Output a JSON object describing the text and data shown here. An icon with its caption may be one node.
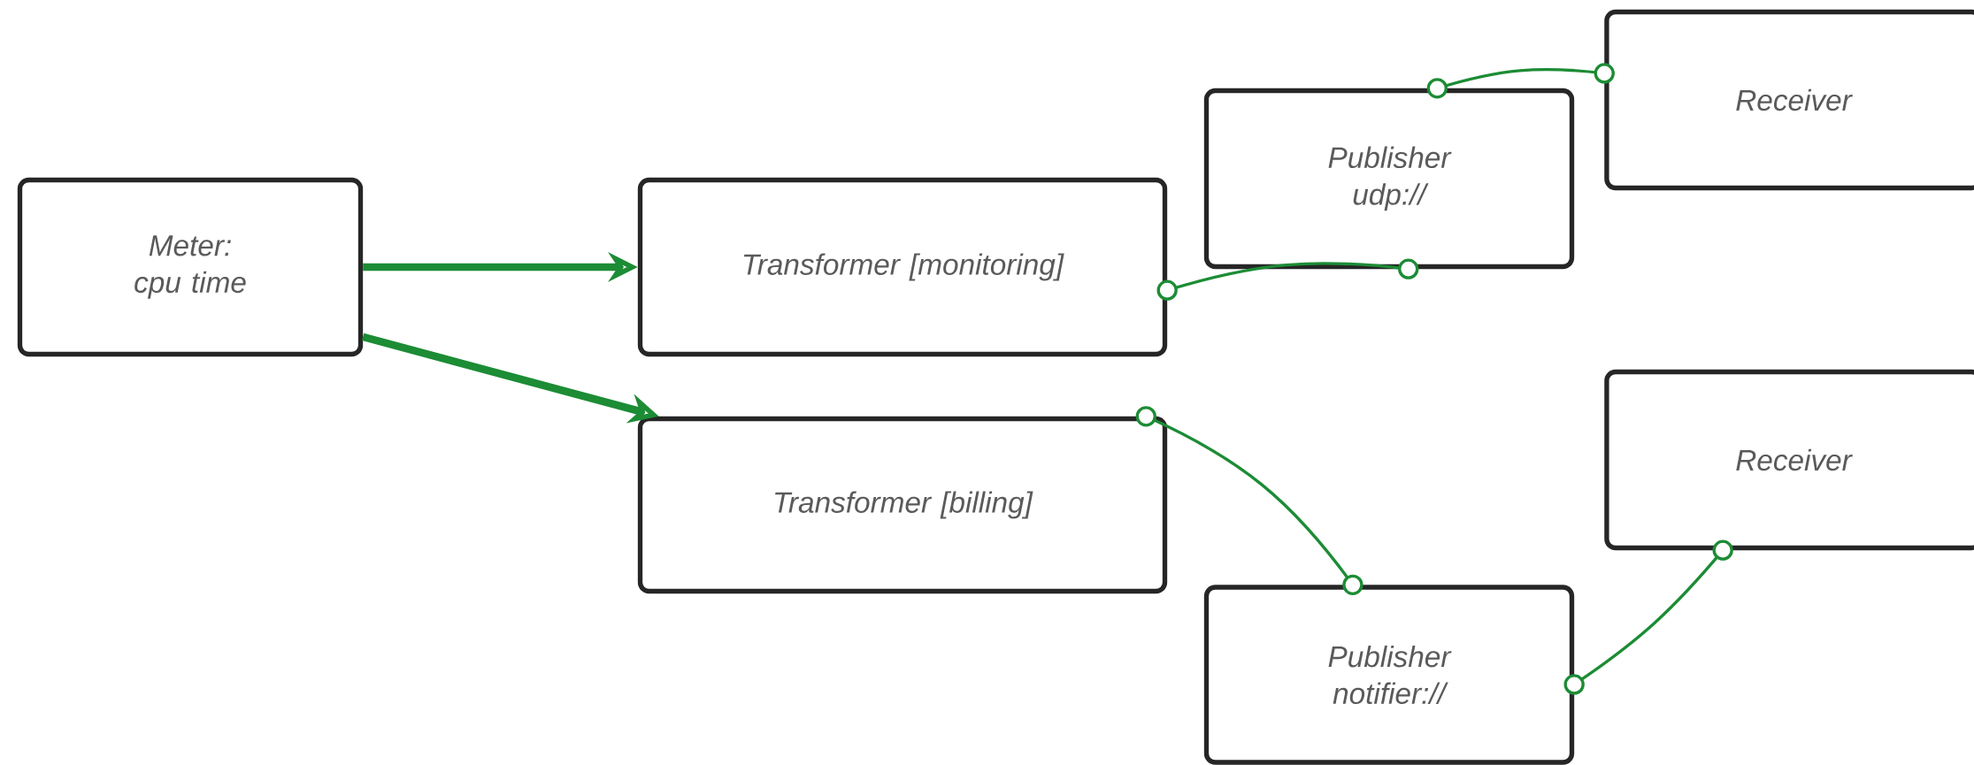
{
  "diagram": {
    "nodes": [
      {
        "text": [
          "Meter: cpu time"
        ]
      },
      {
        "text": [
          "Transformer [monitoring]"
        ]
      },
      {
        "text": [
          "Transformer [billing]"
        ]
      },
      {
        "text": [
          "Publisher udp://"
        ]
      },
      {
        "text": [
          "Receiver"
        ]
      },
      {
        "text": [
          "Receiver"
        ]
      },
      {
        "text": [
          "Publisher notifier://"
        ]
      }
    ],
    "edges": [
      {
        "from": 0,
        "to": 1,
        "arrow": "to",
        "style": "thick"
      },
      {
        "from": 0,
        "to": 2,
        "arrow": "to",
        "style": "thick"
      },
      {
        "from": 1,
        "to": 3,
        "arrow": "other"
      },
      {
        "from": 3,
        "to": 4,
        "arrow": "other"
      },
      {
        "from": 2,
        "to": 6,
        "arrow": "other"
      },
      {
        "from": 6,
        "to": 5,
        "arrow": "other"
      }
    ]
  }
}
